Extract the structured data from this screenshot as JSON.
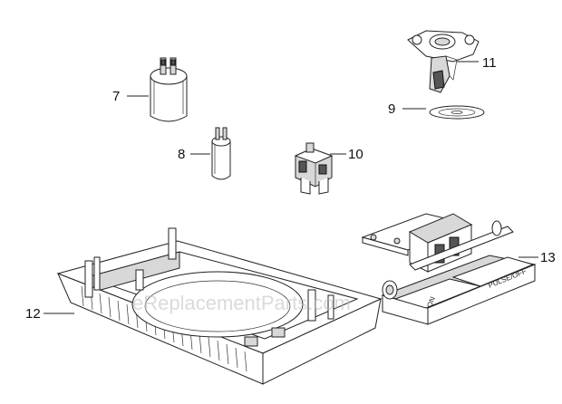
{
  "callouts": {
    "p7": "7",
    "p8": "8",
    "p9": "9",
    "p10": "10",
    "p11": "11",
    "p12": "12",
    "p13": "13"
  },
  "switch_labels": {
    "on": "ON",
    "pulse_off": "PULSE/OFF"
  },
  "watermark": "eReplacementParts.com"
}
